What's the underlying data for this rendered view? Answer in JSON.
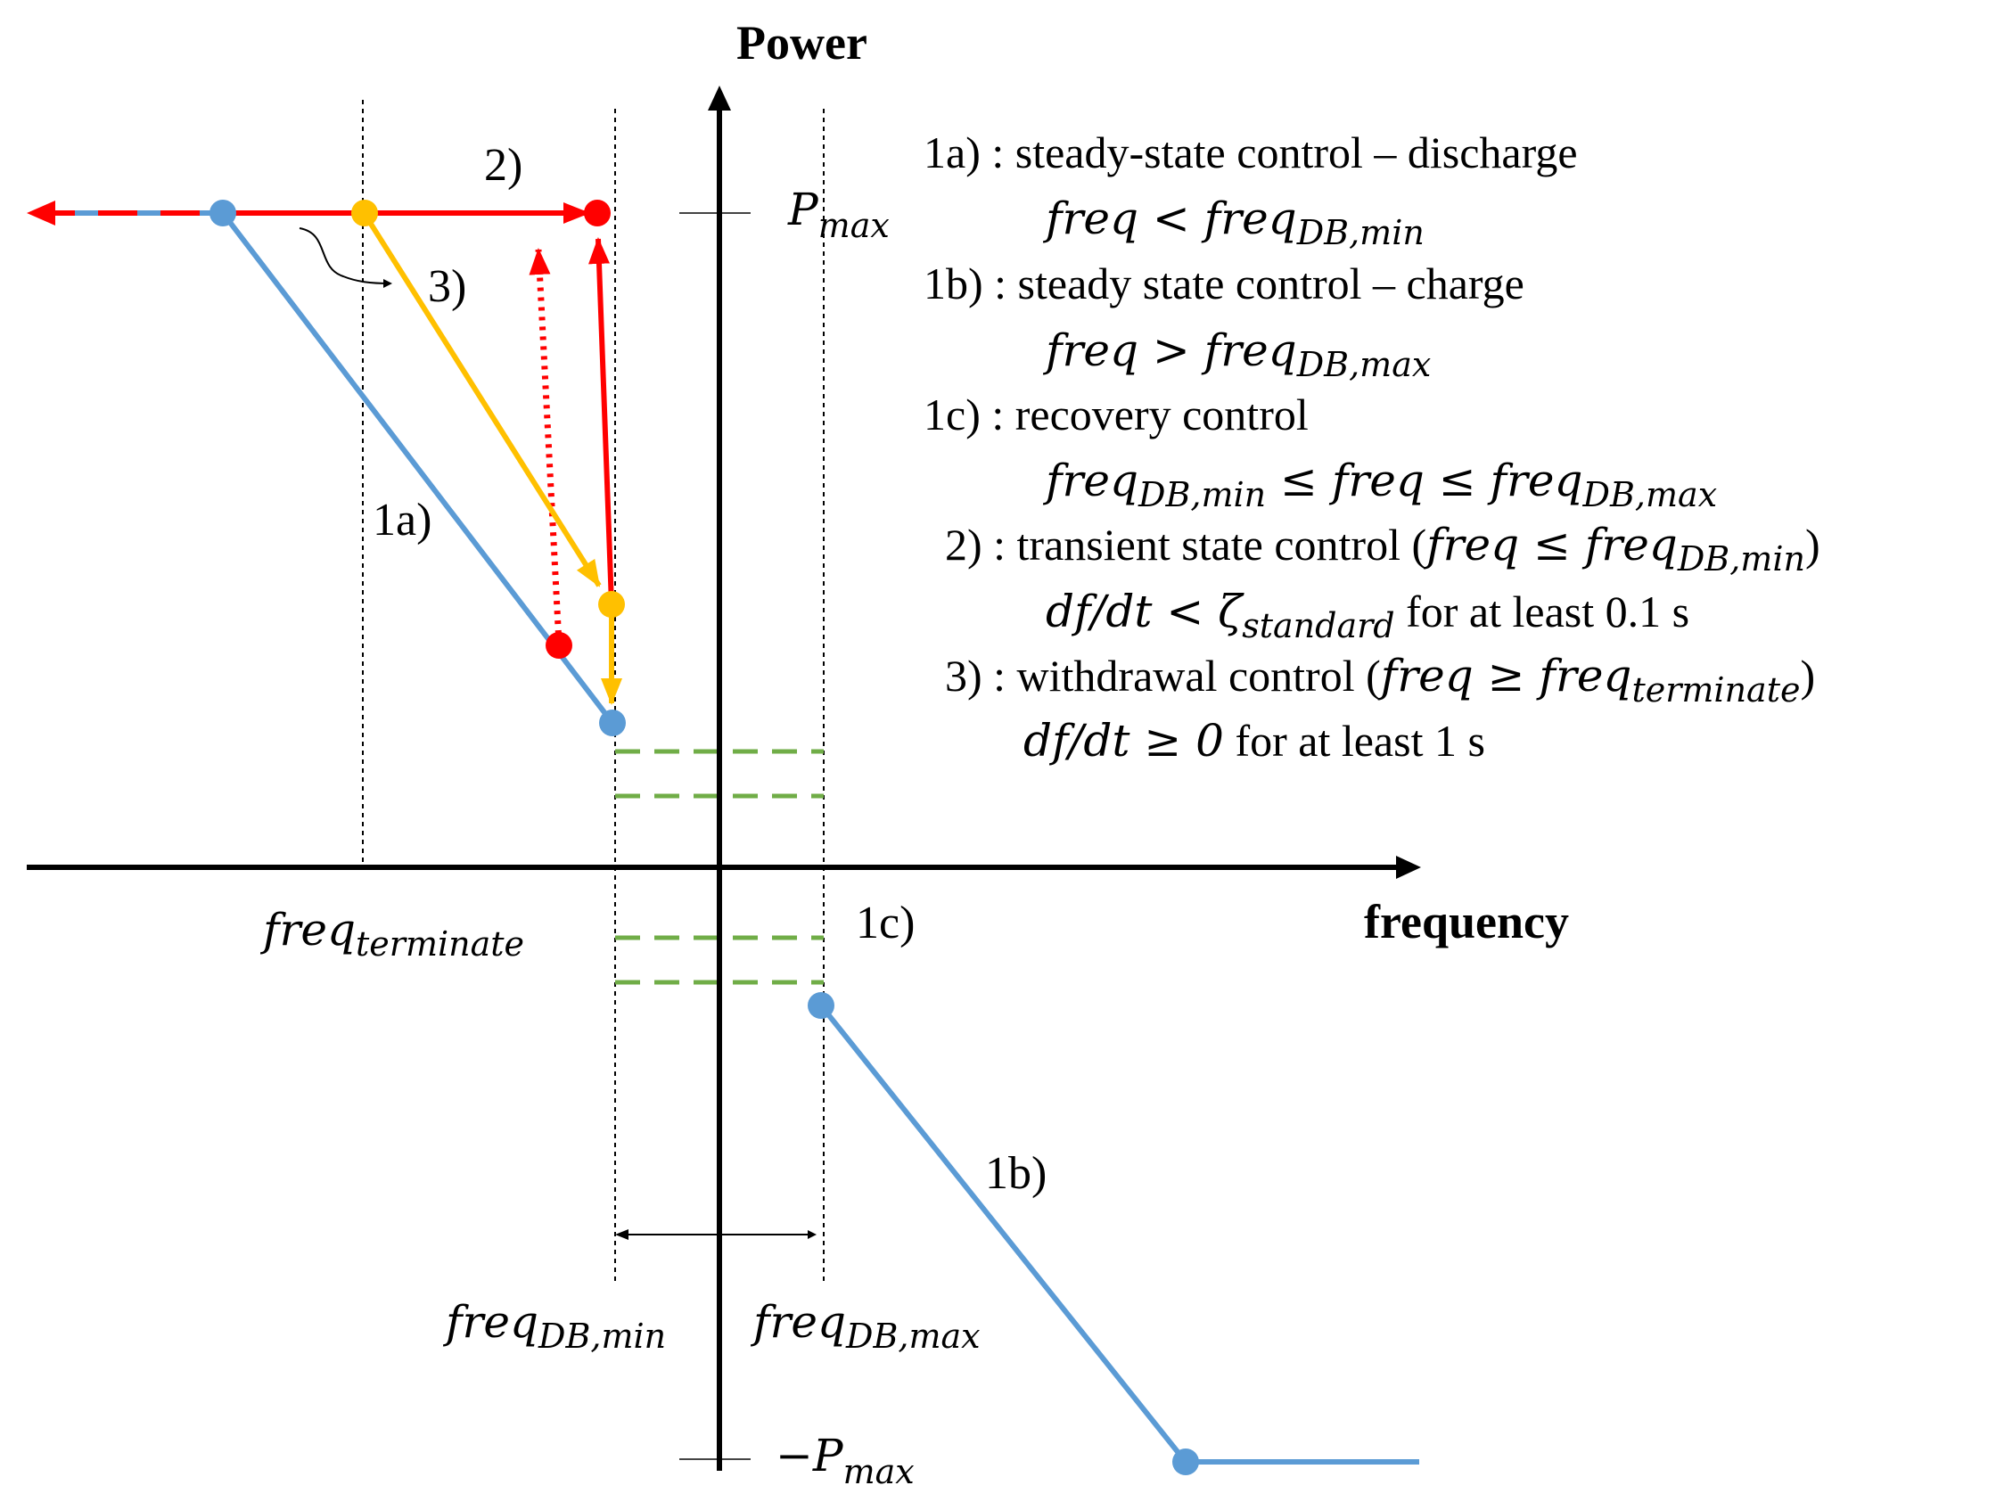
{
  "axes": {
    "y_title": "Power",
    "x_title": "frequency"
  },
  "labels": {
    "p_max": "P",
    "p_max_sub": "max",
    "neg_p_max_sign": "−",
    "neg_p_max": "P",
    "neg_p_max_sub": "max",
    "freq_terminate": "freq",
    "freq_terminate_sub": "terminate",
    "freq_db_min": "freq",
    "freq_db_min_sub": "DB,min",
    "freq_db_max": "freq",
    "freq_db_max_sub": "DB,max",
    "seg_1a": "1a)",
    "seg_1b": "1b)",
    "seg_1c": "1c)",
    "seg_2": "2)",
    "seg_3": "3)"
  },
  "legend": {
    "l1a_head": "1a) : steady-state control – discharge",
    "l1a_cond_a": "freq < freq",
    "l1a_cond_sub": "DB,min",
    "l1b_head": "1b) : steady state control – charge",
    "l1b_cond_a": "freq > freq",
    "l1b_cond_sub": "DB,max",
    "l1c_head": "1c) : recovery control",
    "l1c_cond_a": "freq",
    "l1c_cond_sub1": "DB,min",
    "l1c_cond_b": " ≤ freq ≤ freq",
    "l1c_cond_sub2": "DB,max",
    "l2_head_a": "2) : transient state control (",
    "l2_head_math": "freq ≤ freq",
    "l2_head_sub": "DB,min",
    "l2_head_b": ")",
    "l2_cond_math": "df/dt < ζ",
    "l2_cond_sub": "standard",
    "l2_cond_text": " for at least 0.1 s",
    "l3_head_a": "3) : withdrawal control (",
    "l3_head_math": "freq ≥ freq",
    "l3_head_sub": "terminate",
    "l3_head_b": ")",
    "l3_cond_math": "df/dt ≥ 0",
    "l3_cond_text": " for at least 1 s"
  },
  "colors": {
    "axis": "#000000",
    "steady": "#5b9bd5",
    "transient": "#ff0000",
    "withdrawal": "#ffc000",
    "recovery": "#70ad47"
  }
}
